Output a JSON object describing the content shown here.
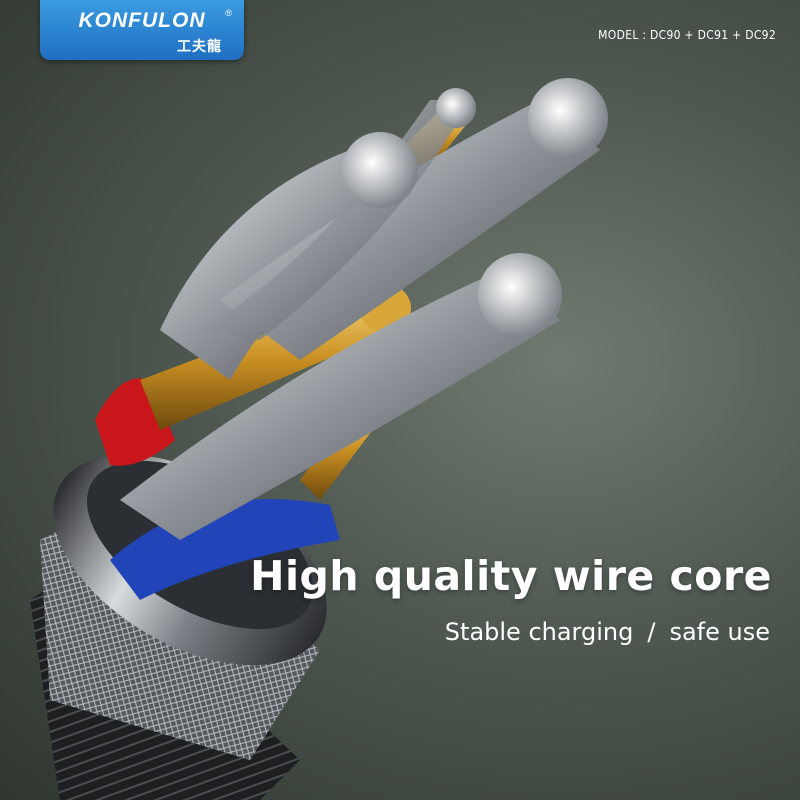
{
  "brand": {
    "name": "KONFULON",
    "registered_mark": "®",
    "chinese_name": "工夫龍",
    "logo_color": "#2a86d6"
  },
  "model_label": "MODEL : DC90 + DC91 + DC92",
  "headline": "High quality wire core",
  "subline": {
    "part1": "Stable charging",
    "separator": "/",
    "part2": "safe use"
  },
  "colors": {
    "background": "#4e5850",
    "red_insulation": "#c8161a",
    "blue_insulation": "#2145b8",
    "copper_core": "#d9a63a",
    "silver_strands": "#c9ccd0"
  }
}
